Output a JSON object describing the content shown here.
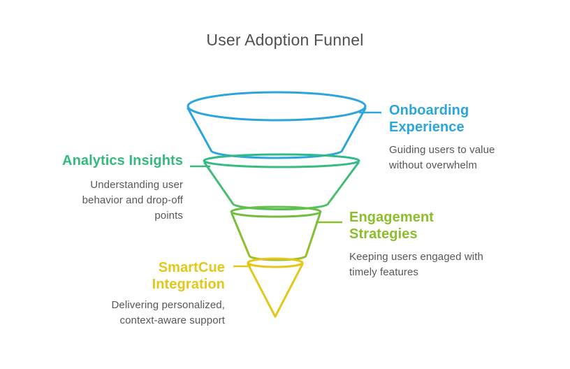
{
  "title": "User Adoption Funnel",
  "diagram_type": "funnel",
  "text_colors": {
    "title": "#4F4F52",
    "description": "#57575B"
  },
  "gradients": {
    "band2_top": "#2FBA8A",
    "band2_bottom": "#53C05E",
    "band3_top": "#68BE47",
    "band3_bottom": "#9FBF27"
  },
  "stages": [
    {
      "label": "Onboarding Experience",
      "description": "Guiding users to value without overwhelm",
      "color": "#2BA6DC",
      "side": "right"
    },
    {
      "label": "Analytics Insights",
      "description": "Understanding user behavior and drop-off points",
      "color": "#36B97E",
      "side": "left"
    },
    {
      "label": "Engagement Strategies",
      "description": "Keeping users engaged with timely features",
      "color": "#8CBE2B",
      "side": "right"
    },
    {
      "label": "SmartCue Integration",
      "description": "Delivering personalized, context-aware support",
      "color": "#E3C719",
      "side": "left"
    }
  ]
}
